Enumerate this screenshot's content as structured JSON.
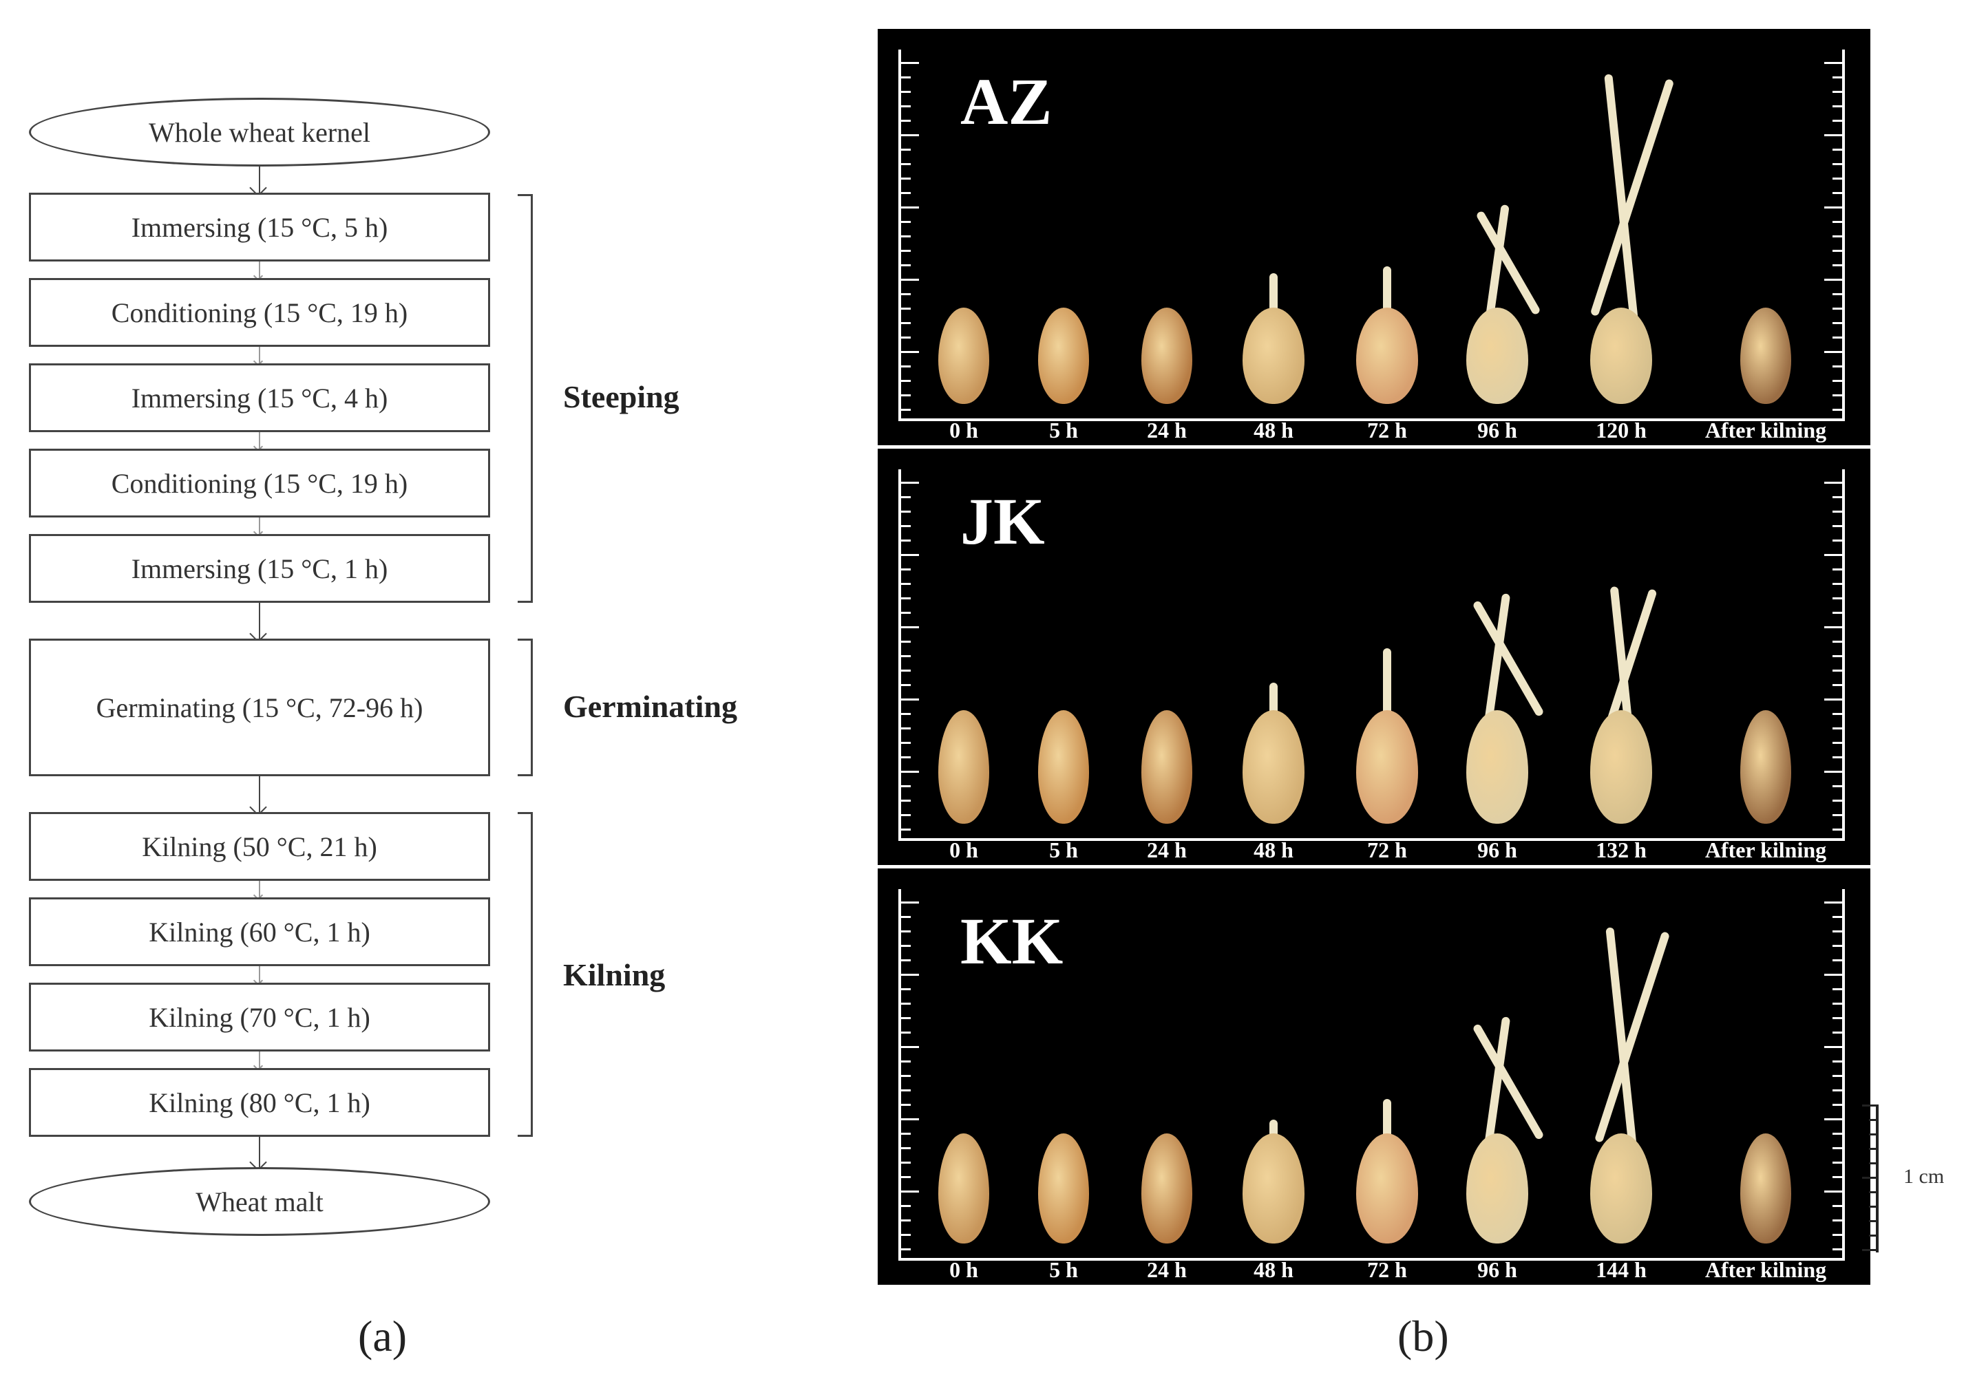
{
  "flowchart": {
    "start": "Whole wheat kernel",
    "steps": [
      "Immersing (15 °C, 5 h)",
      "Conditioning (15 °C, 19 h)",
      "Immersing (15 °C, 4 h)",
      "Conditioning (15 °C, 19 h)",
      "Immersing (15 °C, 1 h)",
      "Germinating (15 °C, 72-96 h)",
      "Kilning (50 °C, 21 h)",
      "Kilning (60 °C, 1 h)",
      "Kilning (70 °C, 1 h)",
      "Kilning (80 °C, 1 h)"
    ],
    "end": "Wheat malt",
    "stages": [
      "Steeping",
      "Germinating",
      "Kilning"
    ]
  },
  "photos": [
    {
      "cultivar": "AZ",
      "times": [
        "0 h",
        "5 h",
        "24 h",
        "48 h",
        "72 h",
        "96 h",
        "120 h",
        "After kilning"
      ]
    },
    {
      "cultivar": "JK",
      "times": [
        "0 h",
        "5 h",
        "24 h",
        "48 h",
        "72 h",
        "96 h",
        "132 h",
        "After kilning"
      ]
    },
    {
      "cultivar": "KK",
      "times": [
        "0 h",
        "5 h",
        "24 h",
        "48 h",
        "72 h",
        "96 h",
        "144 h",
        "After kilning"
      ]
    }
  ],
  "scale_label": "1 cm",
  "panel_labels": {
    "a": "(a)",
    "b": "(b)"
  },
  "colors": {
    "kernel": "#c9a166",
    "sprout": "#efe6c8",
    "background": "#000000"
  }
}
